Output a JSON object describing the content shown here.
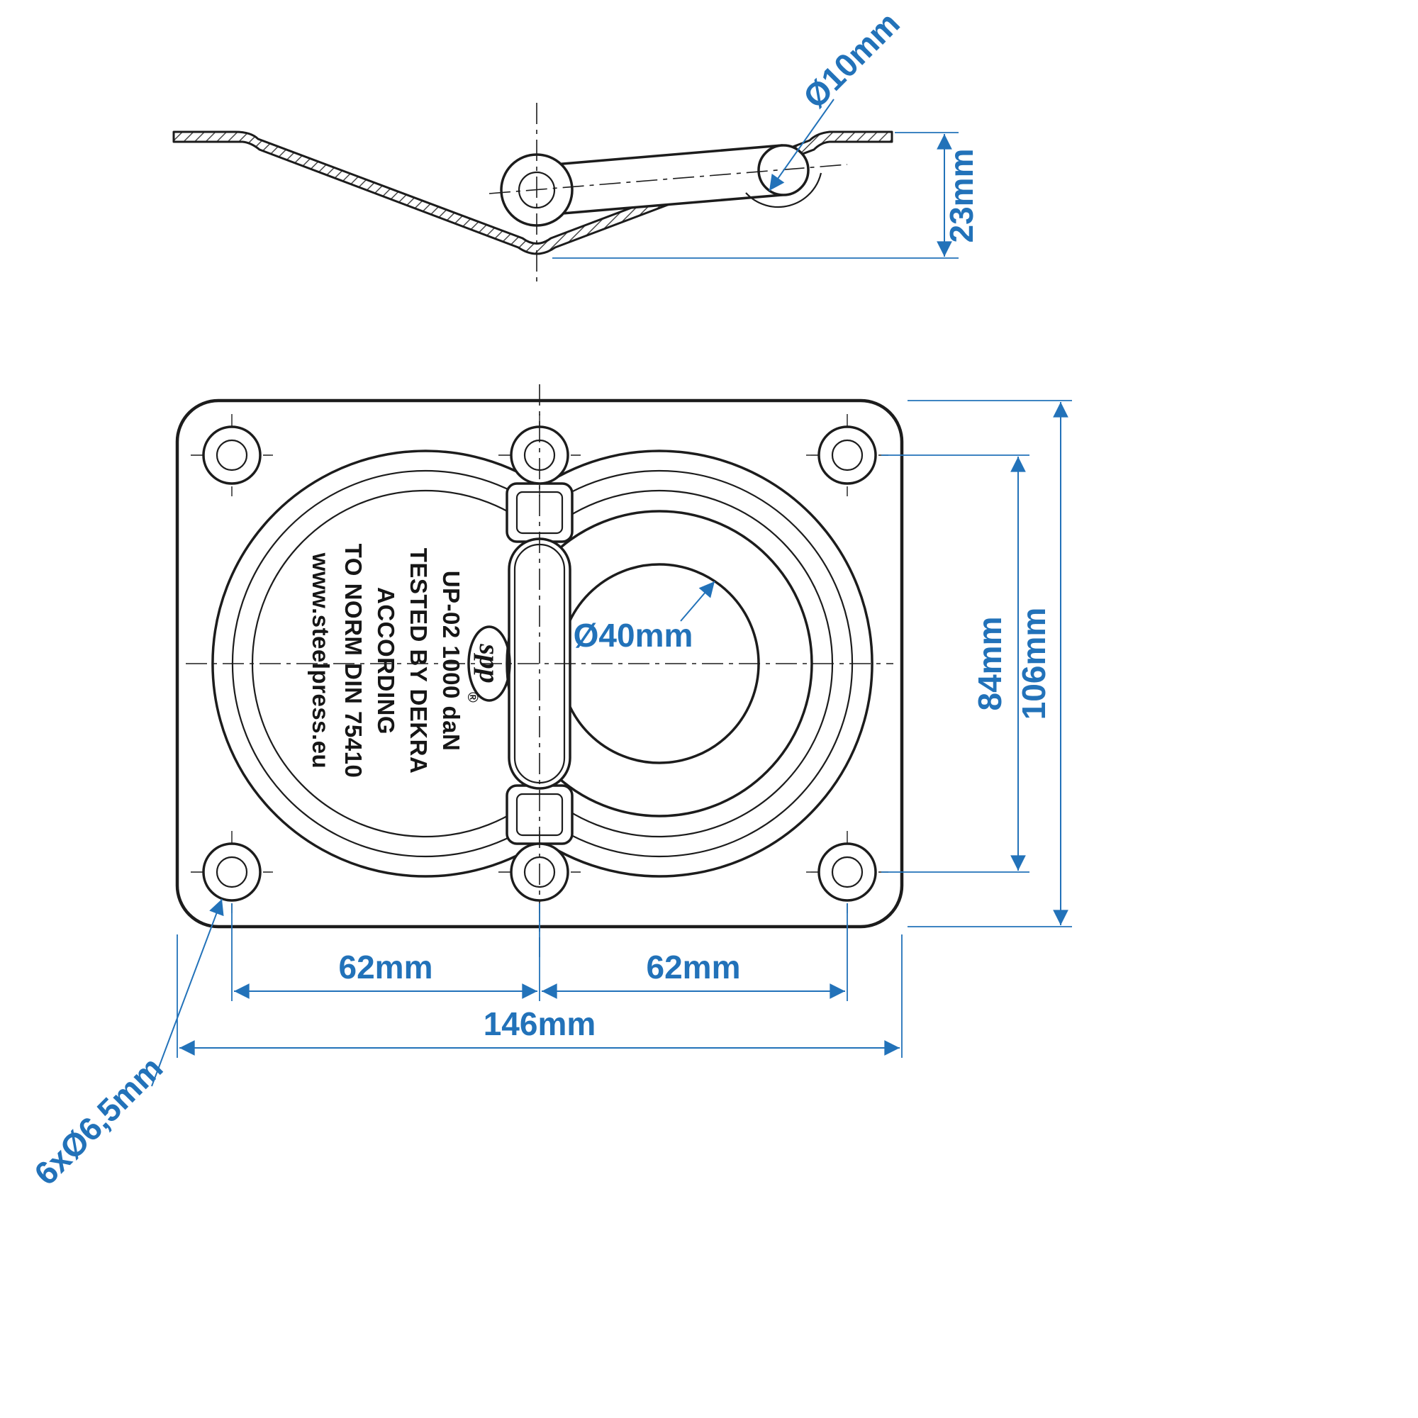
{
  "page": {
    "background": "#ffffff"
  },
  "colors": {
    "line": "#1c1c1c",
    "dimension": "#2272b9"
  },
  "side_view": {
    "labels": {
      "rod_diameter": "Ø10mm",
      "depth": "23mm"
    }
  },
  "plan_view": {
    "labels": {
      "ring_opening": "Ø40mm",
      "spacing_left": "62mm",
      "spacing_right": "62mm",
      "overall_width": "146mm",
      "row_spacing": "84mm",
      "overall_height": "106mm",
      "mounting_holes": "6xØ6,5mm"
    },
    "ring_text": {
      "lines": [
        "UP-02 1000 daN",
        "TESTED BY DEKRA",
        "ACCORDING",
        "TO NORM DIN 75410",
        "www.steelpress.eu"
      ]
    },
    "logo": {
      "text": "spp",
      "registered": "®"
    }
  }
}
